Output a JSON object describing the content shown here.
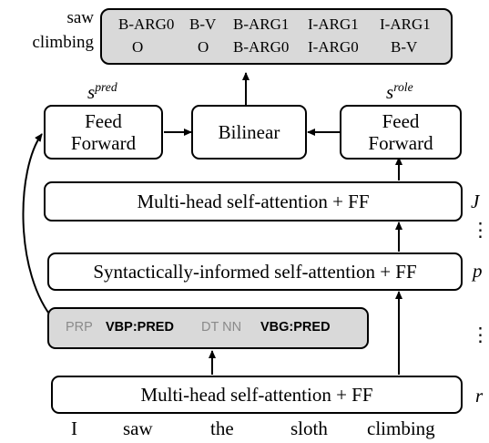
{
  "output": {
    "row_labels": [
      "saw",
      "climbing"
    ],
    "row1": [
      "B-ARG0",
      "B-V",
      "B-ARG1",
      "I-ARG1",
      "I-ARG1"
    ],
    "row2": [
      "O",
      "O",
      "B-ARG0",
      "I-ARG0",
      "B-V"
    ]
  },
  "symbols": {
    "s_pred_base": "s",
    "s_pred_sup": "pred",
    "s_role_base": "s",
    "s_role_sup": "role"
  },
  "nodes": {
    "ff_left_line1": "Feed",
    "ff_left_line2": "Forward",
    "bilinear": "Bilinear",
    "ff_right_line1": "Feed",
    "ff_right_line2": "Forward",
    "mhsa_top": "Multi-head self-attention + FF",
    "lisa": "Syntactically-informed self-attention + FF",
    "mhsa_bottom": "Multi-head self-attention + FF"
  },
  "tags": {
    "t1": "PRP",
    "t2": "VBP:PRED",
    "t3": "DT NN",
    "t4": "VBG:PRED"
  },
  "layer_labels": {
    "J": "J",
    "p": "p",
    "r": "r",
    "dots": "⋮"
  },
  "words": [
    "I",
    "saw",
    "the",
    "sloth",
    "climbing"
  ]
}
